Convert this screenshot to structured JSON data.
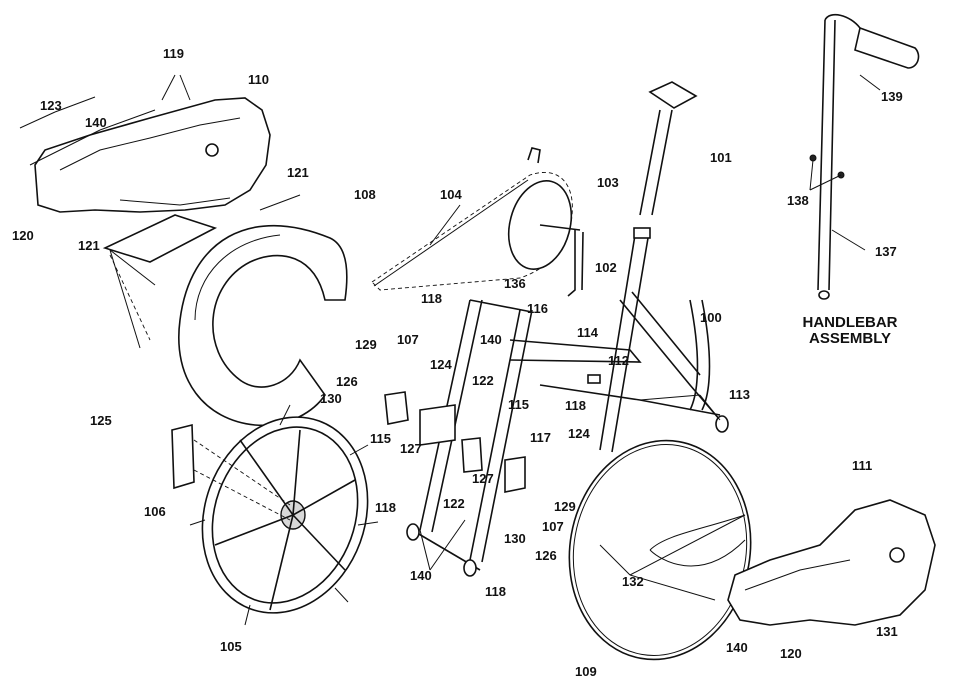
{
  "diagram": {
    "assembly_title_line1": "HANDLEBAR",
    "assembly_title_line2": "ASSEMBLY",
    "part_numbers": [
      "119",
      "110",
      "123",
      "140",
      "121",
      "120",
      "121",
      "108",
      "104",
      "103",
      "101",
      "102",
      "118",
      "136",
      "116",
      "114",
      "100",
      "129",
      "107",
      "124",
      "140",
      "122",
      "126",
      "112",
      "113",
      "130",
      "115",
      "118",
      "125",
      "127",
      "115",
      "117",
      "124",
      "122",
      "127",
      "106",
      "118",
      "129",
      "107",
      "130",
      "126",
      "118",
      "140",
      "111",
      "132",
      "105",
      "109",
      "140",
      "120",
      "131",
      "139",
      "138",
      "137"
    ]
  }
}
